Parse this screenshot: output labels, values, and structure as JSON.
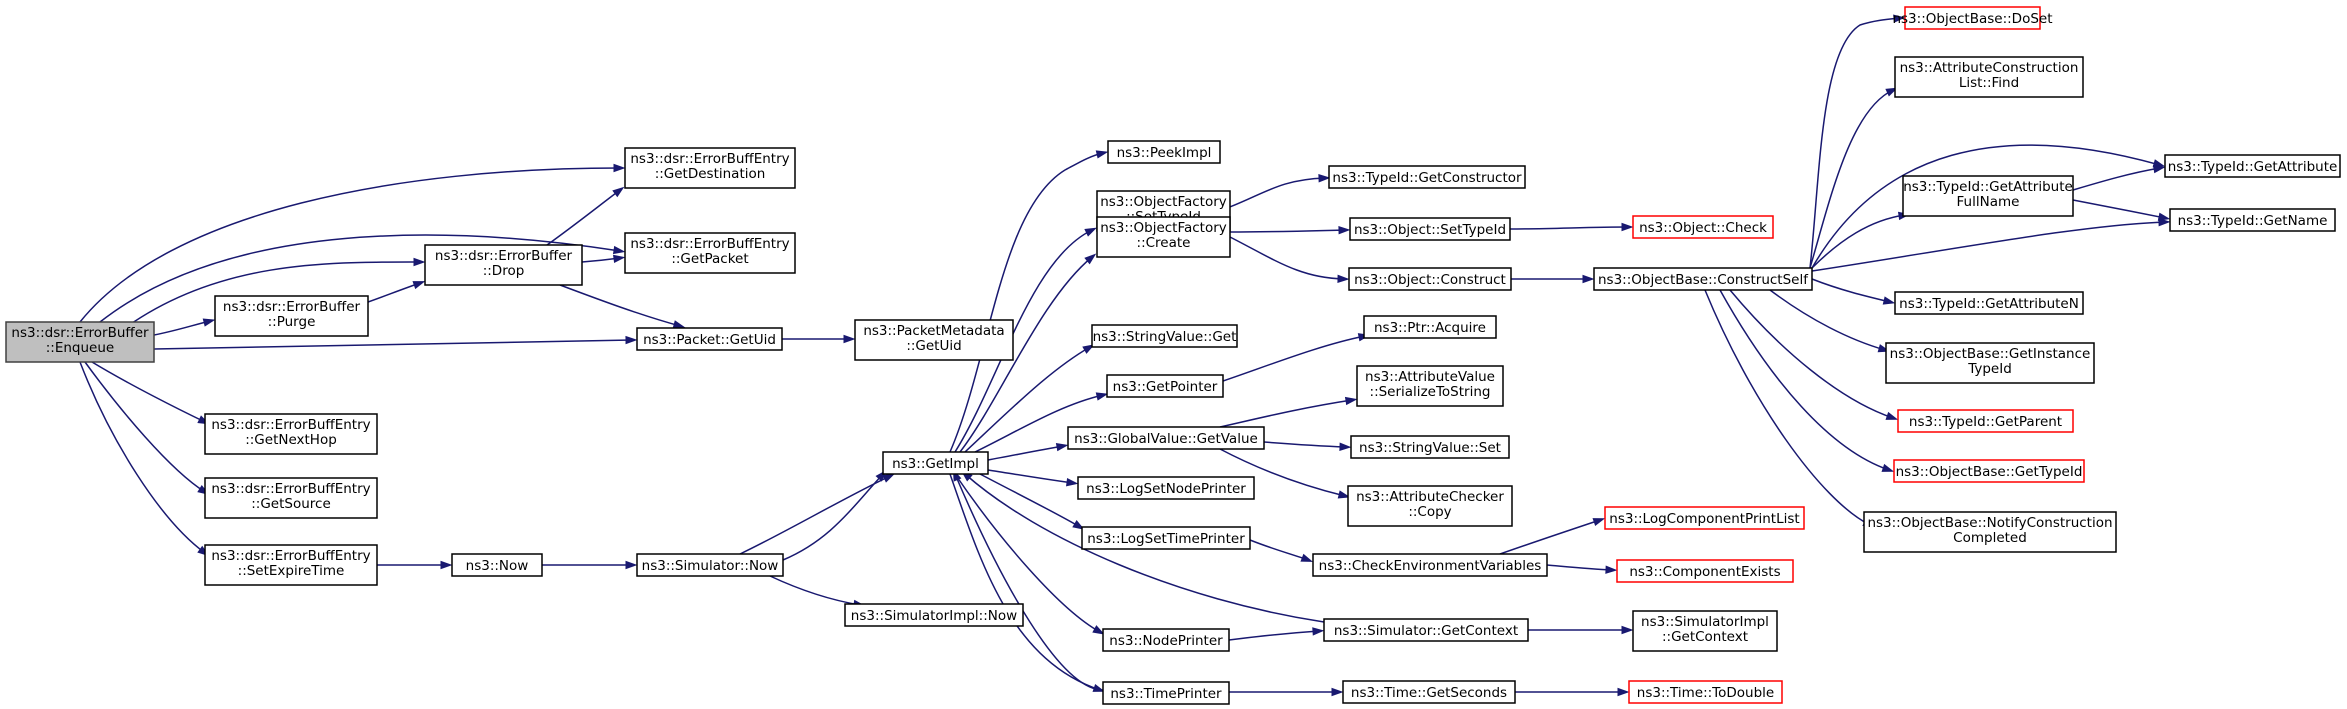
{
  "colors": {
    "edge": "#191970",
    "root_fill": "#bfbfbf",
    "node_border": "#000000",
    "incomplete_border": "#ff0000"
  },
  "nodes": {
    "enqueue": {
      "lines": [
        "ns3::dsr::ErrorBuffer",
        "::Enqueue"
      ],
      "root": true
    },
    "getdestination": {
      "lines": [
        "ns3::dsr::ErrorBuffEntry",
        "::GetDestination"
      ]
    },
    "getpacket": {
      "lines": [
        "ns3::dsr::ErrorBuffEntry",
        "::GetPacket"
      ]
    },
    "drop": {
      "lines": [
        "ns3::dsr::ErrorBuffer",
        "::Drop"
      ]
    },
    "purge": {
      "lines": [
        "ns3::dsr::ErrorBuffer",
        "::Purge"
      ]
    },
    "packet_getuid": {
      "lines": [
        "ns3::Packet::GetUid"
      ]
    },
    "meta_getuid": {
      "lines": [
        "ns3::PacketMetadata",
        "::GetUid"
      ]
    },
    "getnexthop": {
      "lines": [
        "ns3::dsr::ErrorBuffEntry",
        "::GetNextHop"
      ]
    },
    "getsource": {
      "lines": [
        "ns3::dsr::ErrorBuffEntry",
        "::GetSource"
      ]
    },
    "setexpiretime": {
      "lines": [
        "ns3::dsr::ErrorBuffEntry",
        "::SetExpireTime"
      ]
    },
    "now": {
      "lines": [
        "ns3::Now"
      ]
    },
    "sim_now": {
      "lines": [
        "ns3::Simulator::Now"
      ]
    },
    "simimpl_now": {
      "lines": [
        "ns3::SimulatorImpl::Now"
      ]
    },
    "getimpl": {
      "lines": [
        "ns3::GetImpl"
      ]
    },
    "peekimpl": {
      "lines": [
        "ns3::PeekImpl"
      ]
    },
    "of_settypeid": {
      "lines": [
        "ns3::ObjectFactory",
        "::SetTypeId"
      ]
    },
    "of_create": {
      "lines": [
        "ns3::ObjectFactory",
        "::Create"
      ]
    },
    "sv_get": {
      "lines": [
        "ns3::StringValue::Get"
      ]
    },
    "getpointer": {
      "lines": [
        "ns3::GetPointer"
      ]
    },
    "gv_getvalue": {
      "lines": [
        "ns3::GlobalValue::GetValue"
      ]
    },
    "lognodeprinter": {
      "lines": [
        "ns3::LogSetNodePrinter"
      ]
    },
    "logtimeprinter": {
      "lines": [
        "ns3::LogSetTimePrinter"
      ]
    },
    "nodeprinter": {
      "lines": [
        "ns3::NodePrinter"
      ]
    },
    "timeprinter": {
      "lines": [
        "ns3::TimePrinter"
      ]
    },
    "getconstructor": {
      "lines": [
        "ns3::TypeId::GetConstructor"
      ]
    },
    "obj_settypeid": {
      "lines": [
        "ns3::Object::SetTypeId"
      ]
    },
    "obj_construct": {
      "lines": [
        "ns3::Object::Construct"
      ]
    },
    "ptr_acquire": {
      "lines": [
        "ns3::Ptr::Acquire"
      ]
    },
    "av_serialize": {
      "lines": [
        "ns3::AttributeValue",
        "::SerializeToString"
      ]
    },
    "sv_set": {
      "lines": [
        "ns3::StringValue::Set"
      ]
    },
    "ac_copy": {
      "lines": [
        "ns3::AttributeChecker",
        "::Copy"
      ]
    },
    "checkenv": {
      "lines": [
        "ns3::CheckEnvironmentVariables"
      ]
    },
    "sim_getcontext": {
      "lines": [
        "ns3::Simulator::GetContext"
      ]
    },
    "time_getseconds": {
      "lines": [
        "ns3::Time::GetSeconds"
      ]
    },
    "obj_check": {
      "lines": [
        "ns3::Object::Check"
      ],
      "red": true
    },
    "constructself": {
      "lines": [
        "ns3::ObjectBase::ConstructSelf"
      ]
    },
    "logcompprint": {
      "lines": [
        "ns3::LogComponentPrintList"
      ],
      "red": true
    },
    "compexists": {
      "lines": [
        "ns3::ComponentExists"
      ],
      "red": true
    },
    "simimpl_getcontext": {
      "lines": [
        "ns3::SimulatorImpl",
        "::GetContext"
      ]
    },
    "todouble": {
      "lines": [
        "ns3::Time::ToDouble"
      ],
      "red": true
    },
    "doset": {
      "lines": [
        "ns3::ObjectBase::DoSet"
      ],
      "red": true
    },
    "acl_find": {
      "lines": [
        "ns3::AttributeConstruction",
        "List::Find"
      ]
    },
    "getattrfullname": {
      "lines": [
        "ns3::TypeId::GetAttribute",
        "FullName"
      ]
    },
    "getattributen": {
      "lines": [
        "ns3::TypeId::GetAttributeN"
      ]
    },
    "getinstancetypeid": {
      "lines": [
        "ns3::ObjectBase::GetInstance",
        "TypeId"
      ]
    },
    "getparent": {
      "lines": [
        "ns3::TypeId::GetParent"
      ],
      "red": true
    },
    "ob_gettypeid": {
      "lines": [
        "ns3::ObjectBase::GetTypeId"
      ],
      "red": true
    },
    "notifyconstruction": {
      "lines": [
        "ns3::ObjectBase::NotifyConstruction",
        "Completed"
      ]
    },
    "getattribute": {
      "lines": [
        "ns3::TypeId::GetAttribute"
      ]
    },
    "getname": {
      "lines": [
        "ns3::TypeId::GetName"
      ]
    }
  }
}
